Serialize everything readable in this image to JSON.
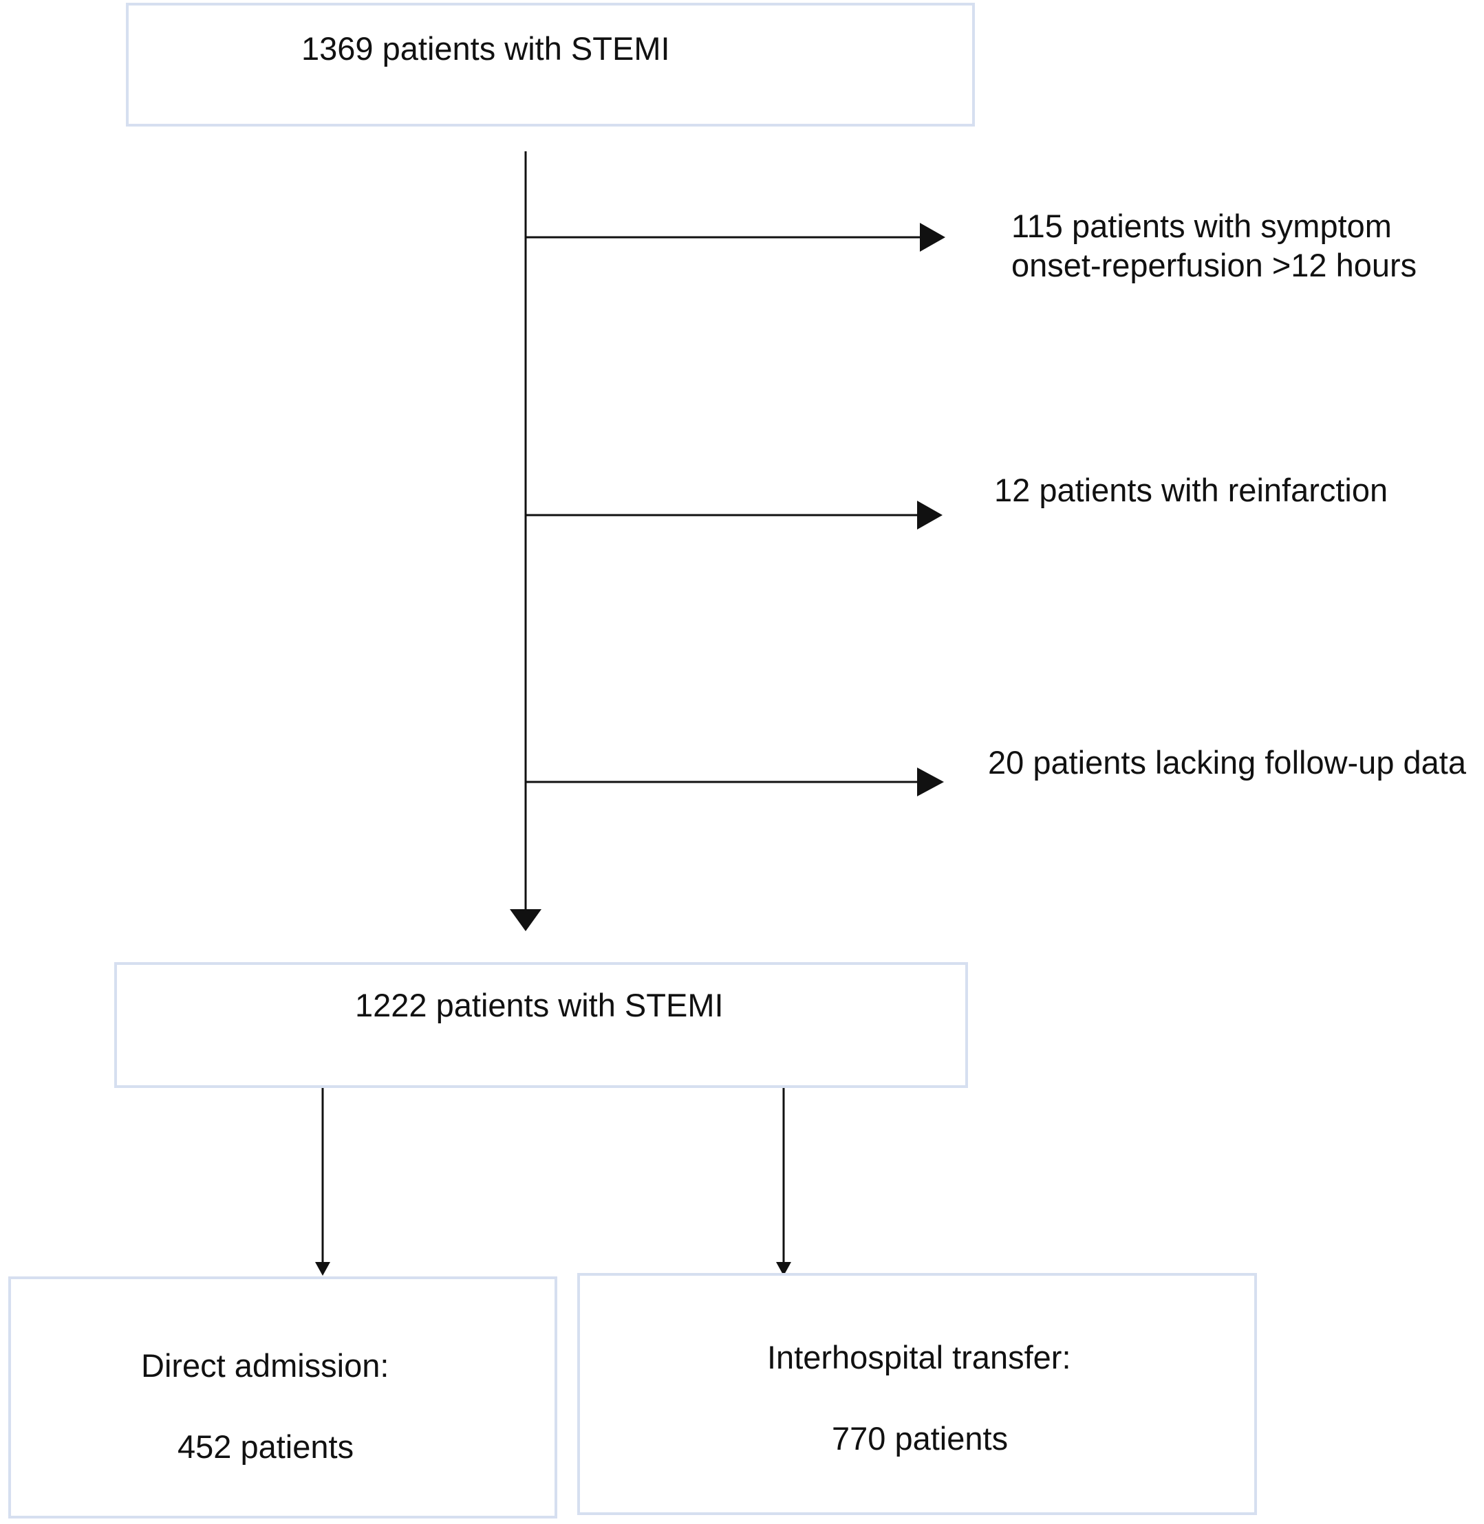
{
  "colors": {
    "box_border": "#d6dff0",
    "line": "#111111",
    "text": "#111111",
    "background": "#ffffff"
  },
  "nodes": {
    "initial": {
      "label": "1369 patients with STEMI"
    },
    "exclusions": [
      {
        "line1": "115 patients with symptom",
        "line2": "onset-reperfusion >12 hours"
      },
      {
        "line1": "12 patients with reinfarction"
      },
      {
        "line1": "20 patients lacking follow-up data"
      }
    ],
    "final": {
      "label": "1222 patients with STEMI"
    },
    "direct": {
      "title": "Direct admission:",
      "count": "452 patients"
    },
    "transfer": {
      "title": "Interhospital transfer:",
      "count": "770 patients"
    }
  }
}
